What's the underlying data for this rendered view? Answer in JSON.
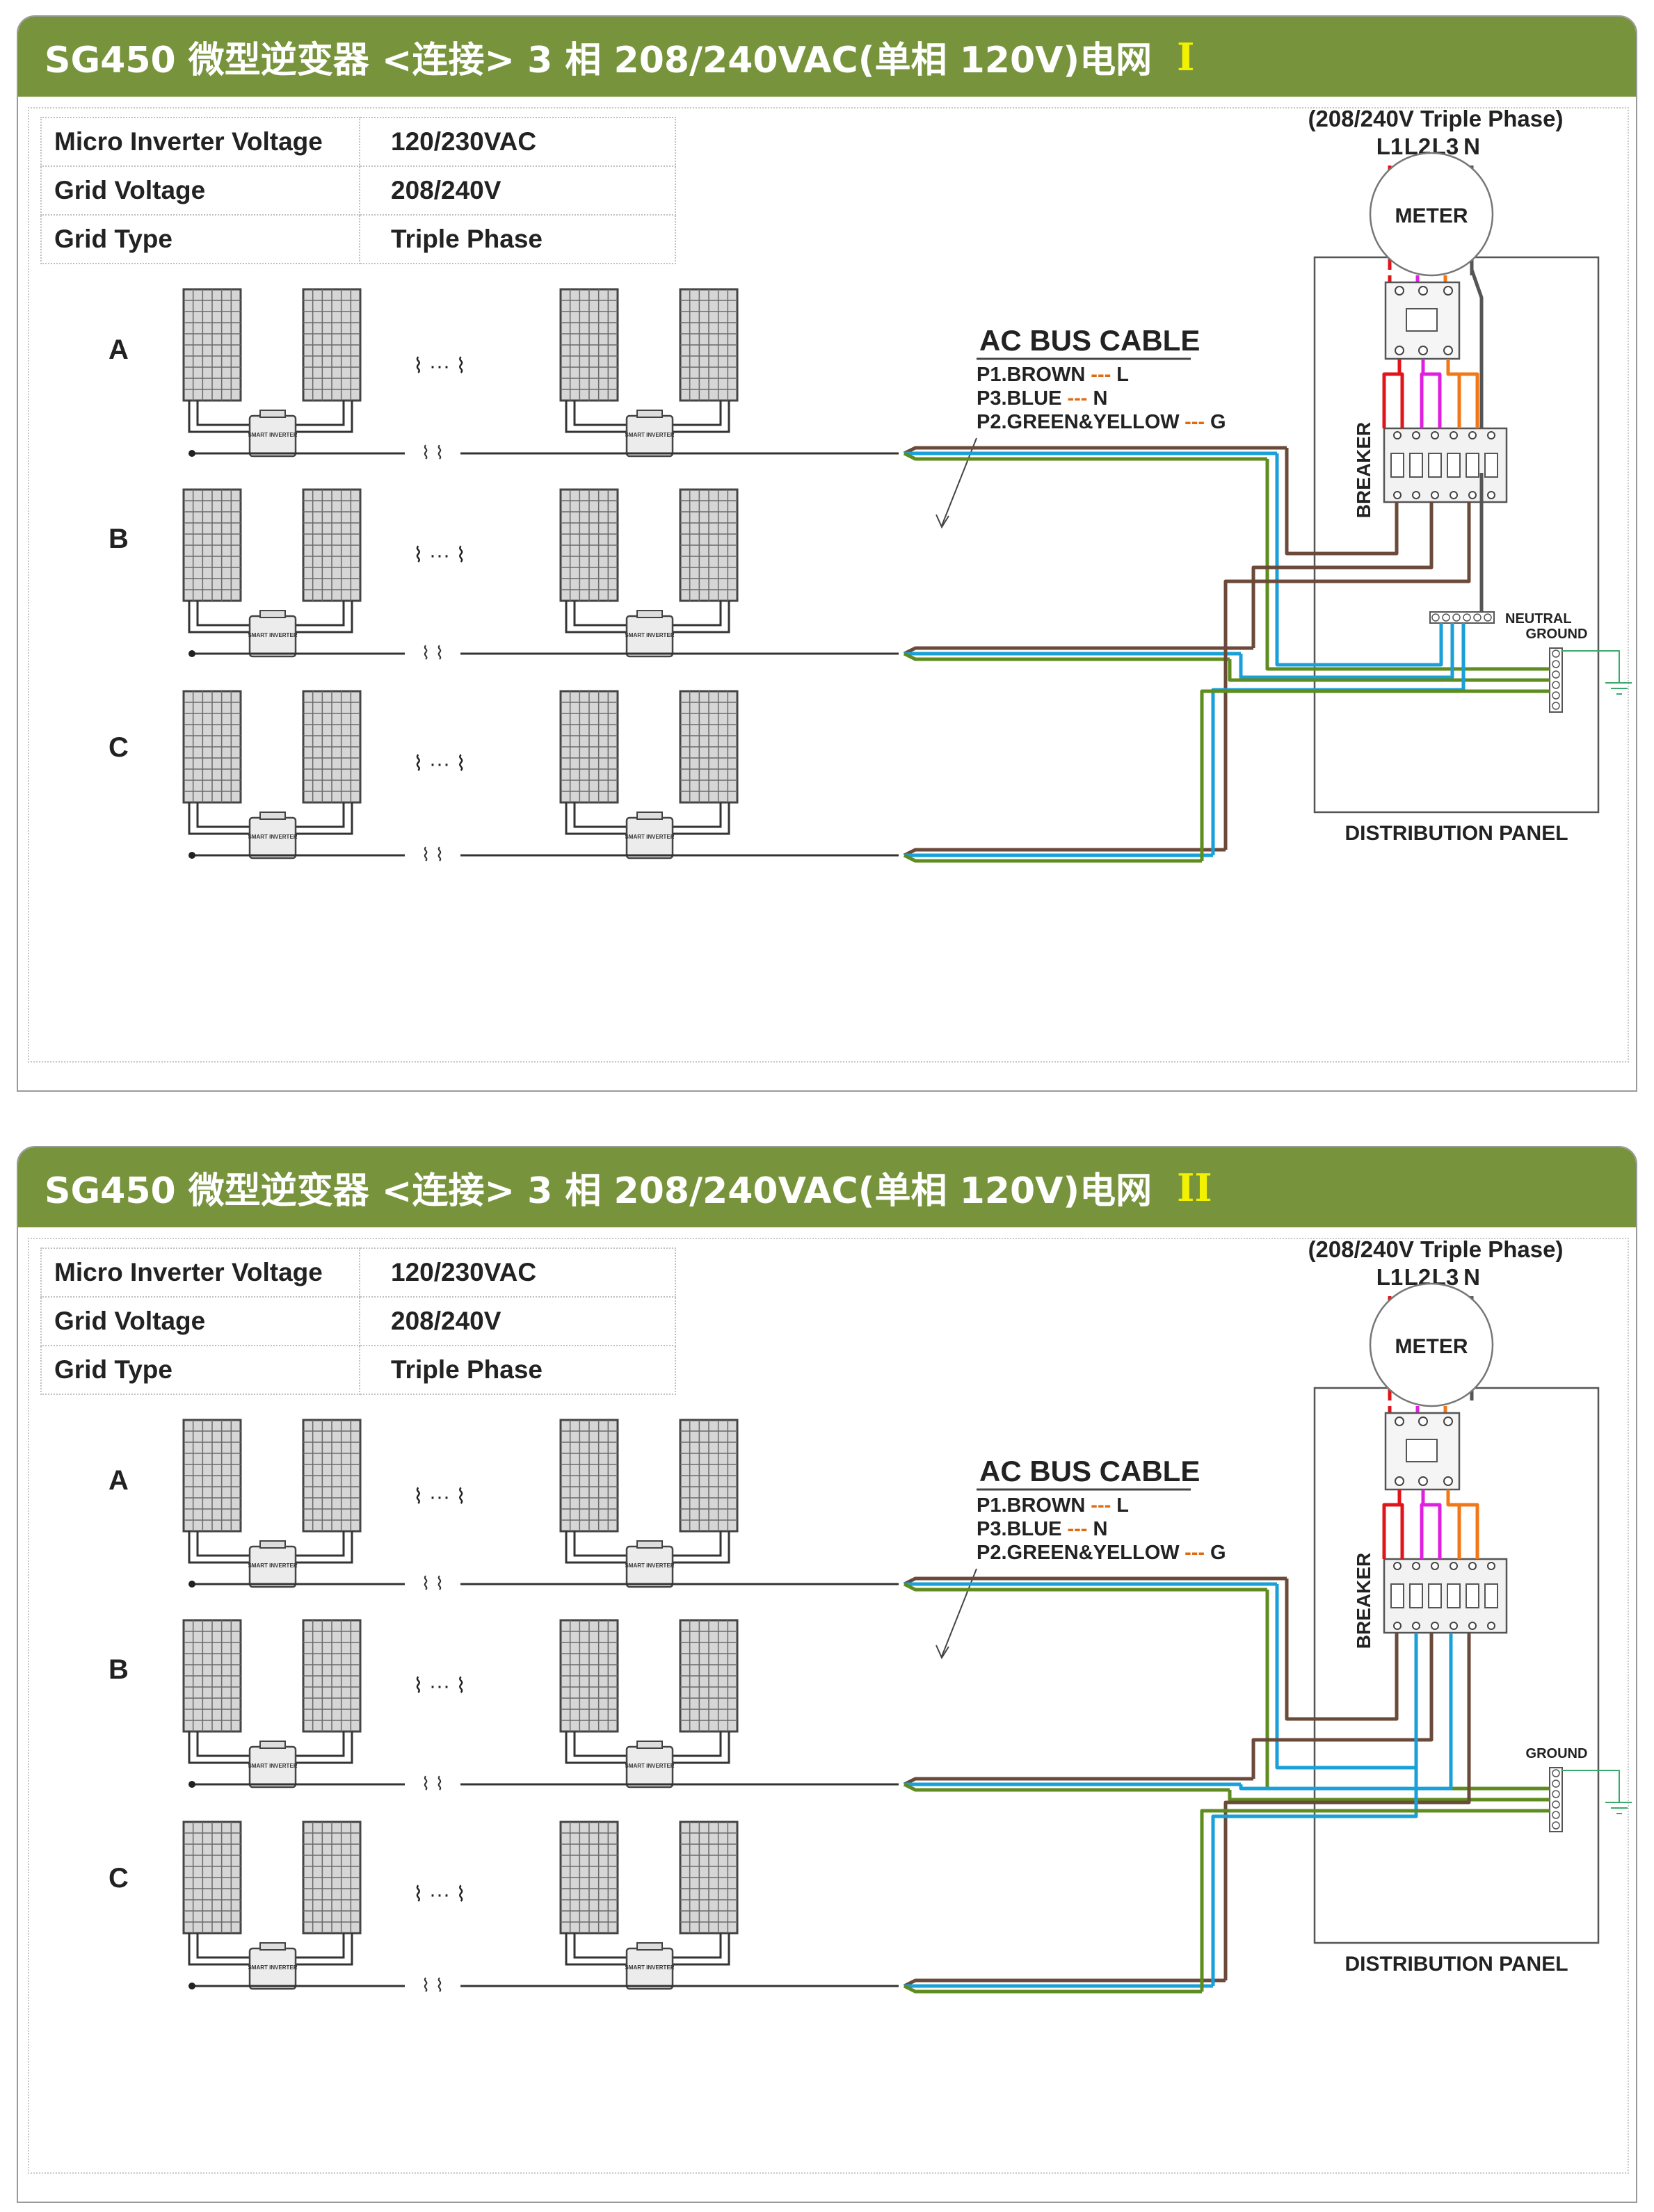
{
  "diagrams": [
    {
      "title": "SG450 微型逆变器 <连接> 3 相 208/240VAC(单相 120V)电网",
      "roman": "I",
      "specs": [
        {
          "label": "Micro Inverter Voltage",
          "value": "120/230VAC"
        },
        {
          "label": "Grid  Voltage",
          "value": "208/240V"
        },
        {
          "label": "Grid Type",
          "value": "Triple Phase"
        }
      ],
      "grid_title": "TO Grid",
      "grid_sub": "(208/240V Triple Phase)",
      "phases": [
        "L1",
        "L2",
        "L3",
        "N"
      ],
      "meter": "METER",
      "breaker": "BREAKER",
      "neutral": "NEUTRAL",
      "ground": "GROUND",
      "panel_label": "DISTRIBUTION PANEL",
      "cable_title": "AC BUS CABLE",
      "cable_lines": [
        {
          "name": "P1.BROWN",
          "dash": "---",
          "code": "L"
        },
        {
          "name": "P3.BLUE",
          "dash": "---",
          "code": "N"
        },
        {
          "name": "P2.GREEN&YELLOW",
          "dash": "---",
          "code": "G"
        }
      ],
      "rows": [
        "A",
        "B",
        "C"
      ],
      "ellipsis": "⌇ ··· ⌇",
      "inverter_label": "SMART INVERTER"
    },
    {
      "title": "SG450 微型逆变器 <连接> 3 相 208/240VAC(单相 120V)电网",
      "roman": "II",
      "specs": [
        {
          "label": "Micro Inverter Voltage",
          "value": "120/230VAC"
        },
        {
          "label": "Grid  Voltage",
          "value": "208/240V"
        },
        {
          "label": "Grid Type",
          "value": "Triple Phase"
        }
      ],
      "grid_title": "TO Grid",
      "grid_sub": "(208/240V Triple Phase)",
      "phases": [
        "L1",
        "L2",
        "L3",
        "N"
      ],
      "meter": "METER",
      "breaker": "BREAKER",
      "ground": "GROUND",
      "panel_label": "DISTRIBUTION PANEL",
      "cable_title": "AC BUS CABLE",
      "cable_lines": [
        {
          "name": "P1.BROWN",
          "dash": "---",
          "code": "L"
        },
        {
          "name": "P3.BLUE",
          "dash": "---",
          "code": "N"
        },
        {
          "name": "P2.GREEN&YELLOW",
          "dash": "---",
          "code": "G"
        }
      ],
      "rows": [
        "A",
        "B",
        "C"
      ],
      "ellipsis": "⌇ ··· ⌇",
      "inverter_label": "SMART INVERTER"
    }
  ],
  "colors": {
    "header": "#77933c",
    "roman": "#f2f200",
    "brown": "#6b4a3a",
    "blue": "#1aa0d8",
    "green": "#5e8c1e",
    "red": "#e0151b",
    "magenta": "#e020e0",
    "orange": "#f07818",
    "neutral": "#555555",
    "dash": "#e06a10"
  }
}
